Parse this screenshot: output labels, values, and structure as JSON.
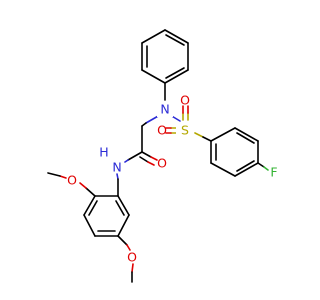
{
  "molecule": {
    "atoms": {
      "n_sulfonamide": {
        "symbol": "N",
        "color": "#2b2bd6"
      },
      "n_amide": {
        "symbol": "N",
        "color": "#2b2bd6"
      },
      "h_amide": {
        "symbol": "H",
        "color": "#2b2bd6"
      },
      "s_sulfonyl": {
        "symbol": "S",
        "color": "#b5a800"
      },
      "o_sulfonyl_left": {
        "symbol": "O",
        "color": "#e00000"
      },
      "o_sulfonyl_right": {
        "symbol": "O",
        "color": "#e00000"
      },
      "o_carbonyl": {
        "symbol": "O",
        "color": "#e00000"
      },
      "o_methoxy_top": {
        "symbol": "O",
        "color": "#e00000"
      },
      "o_methoxy_bottom": {
        "symbol": "O",
        "color": "#e00000"
      },
      "f_fluoro": {
        "symbol": "F",
        "color": "#33b333"
      }
    }
  }
}
